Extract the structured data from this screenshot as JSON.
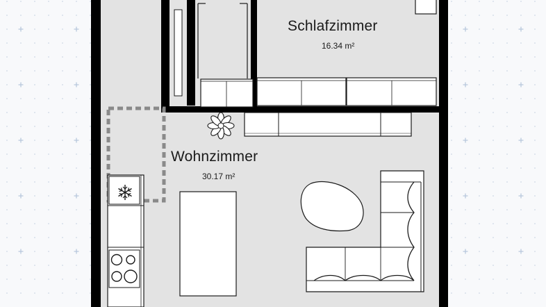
{
  "floorplan": {
    "rooms": [
      {
        "id": "schlafzimmer",
        "name": "Schlafzimmer",
        "area": "16.34 m²"
      },
      {
        "id": "wohnzimmer",
        "name": "Wohnzimmer",
        "area": "30.17 m²"
      }
    ],
    "colors": {
      "background": "#f8f9fb",
      "grid_marker": "#b8c8dc",
      "room_fill": "#e3e3e3",
      "wall": "#000000",
      "furniture_fill": "#ffffff",
      "furniture_stroke": "#1a1a1a",
      "dashed_outline": "#8a8a8a"
    },
    "icons": [
      "snowflake-icon",
      "plant-icon",
      "stove-icon"
    ]
  }
}
